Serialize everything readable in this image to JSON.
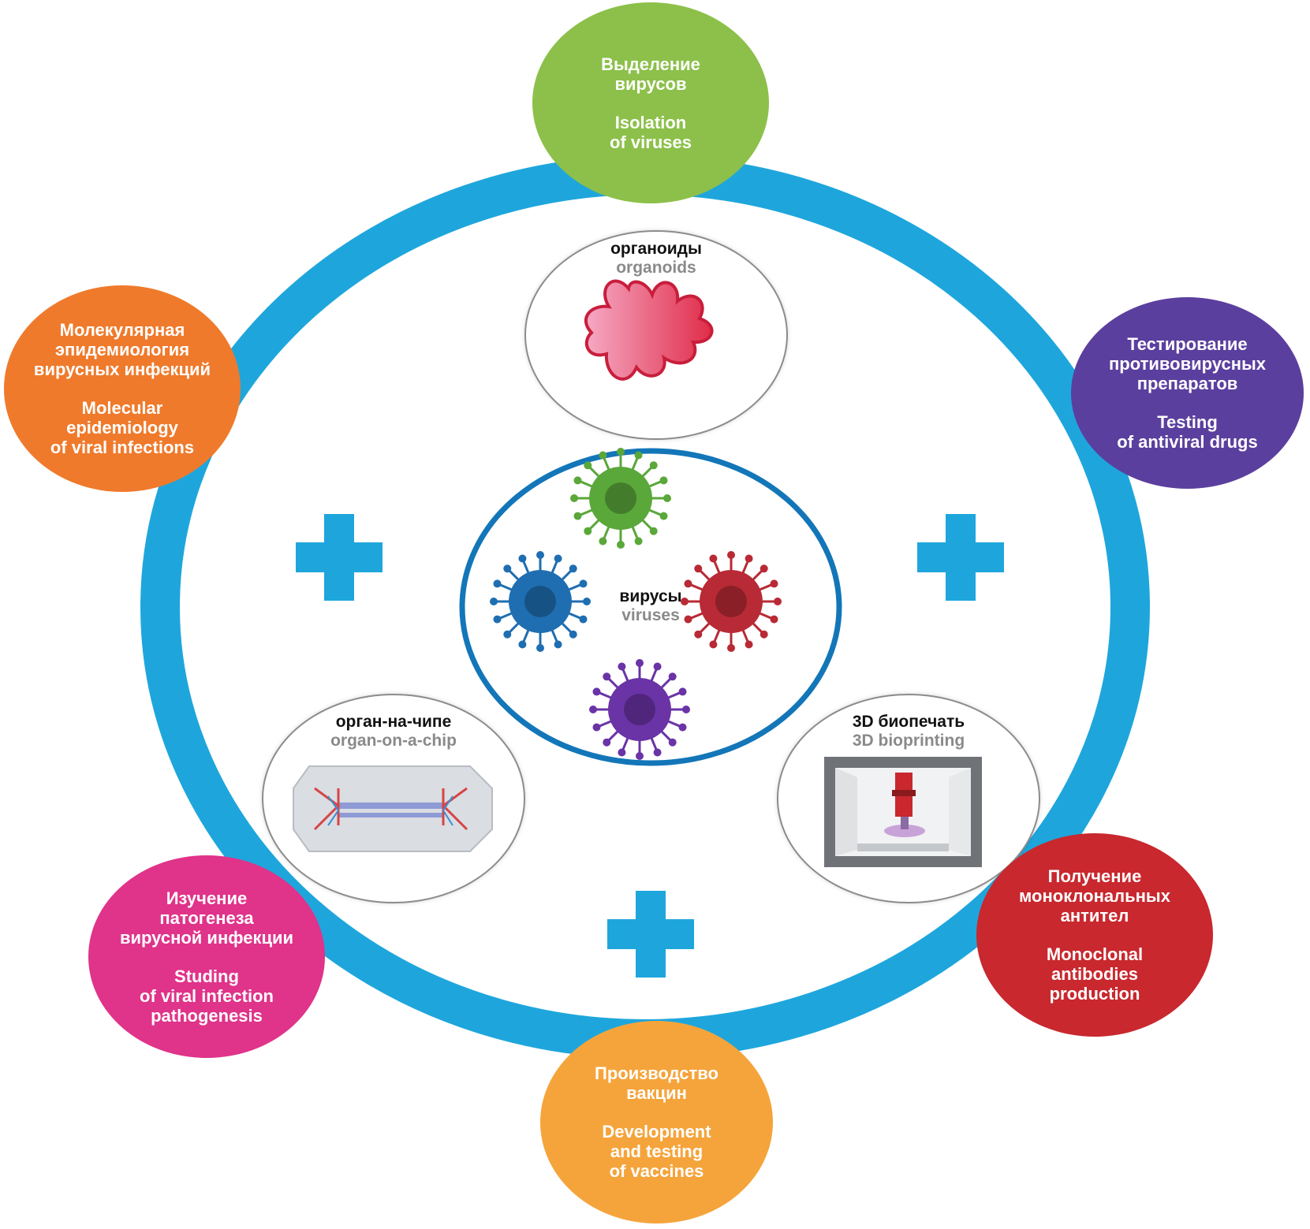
{
  "center": {
    "ru": "вирусы",
    "en": "viruses"
  },
  "models": {
    "organoids": {
      "ru": "органоиды",
      "en": "organoids"
    },
    "organ_on_chip": {
      "ru": "орган-на-чипе",
      "en": "organ-on-a-chip"
    },
    "bioprinting": {
      "ru": "3D биопечать",
      "en": "3D bioprinting"
    }
  },
  "applications": {
    "isolation": {
      "ru": "Выделение\nвирусов",
      "en": "Isolation\nof viruses",
      "color": "#8cc04a"
    },
    "antiviral": {
      "ru": "Тестирование\nпротивовирусных\nпрепаратов",
      "en": "Testing\nof antiviral drugs",
      "color": "#5b3f9e"
    },
    "antibodies": {
      "ru": "Получение\nмоноклональных\nантител",
      "en": "Monoclonal\nantibodies\nproduction",
      "color": "#c8282e"
    },
    "vaccines": {
      "ru": "Производство\nвакцин",
      "en": "Development\nand testing\nof vaccines",
      "color": "#f5a43b"
    },
    "pathogenesis": {
      "ru": "Изучение\nпатогенеза\nвирусной инфекции",
      "en": "Studing\nof viral infection\npathogenesis",
      "color": "#e0338a"
    },
    "epidemiology": {
      "ru": "Молекулярная\nэпидемиология\nвирусных инфекций",
      "en": "Molecular\nepidemiology\nof viral infections",
      "color": "#ef7a2b"
    }
  },
  "colors": {
    "ring": "#1ea6dc",
    "inner_ring": "#1376b8",
    "plus": "#1ea6dc"
  },
  "virus_colors": [
    "#5aa73a",
    "#b82a35",
    "#6a33a6",
    "#1f6eb1"
  ]
}
